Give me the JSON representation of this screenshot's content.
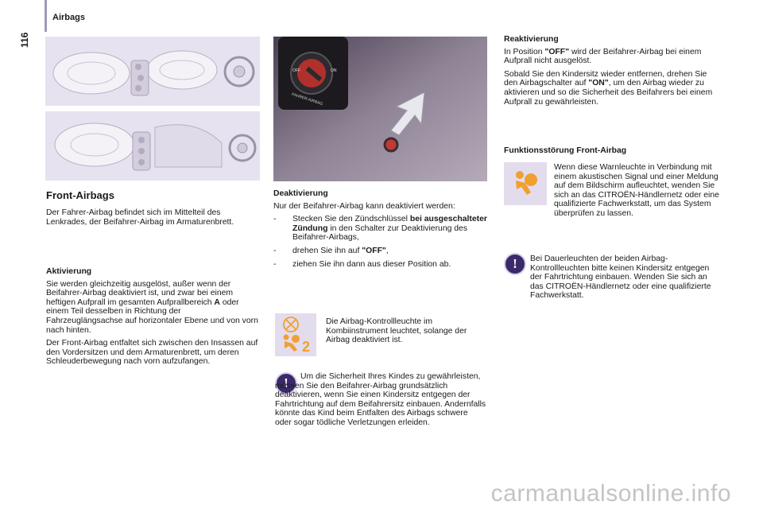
{
  "header": {
    "title": "Airbags",
    "page_number": "116"
  },
  "left": {
    "heading": "Front-Airbags",
    "intro": "Der Fahrer-Airbag befindet sich im Mittelteil des Lenkrades, der Beifahrer-Airbag im Armaturenbrett.",
    "activation_heading": "Aktivierung",
    "activation_p1": "Sie werden gleichzeitig ausgelöst, außer wenn der Beifahrer-Airbag deaktiviert ist, und zwar bei einem heftigen Aufprall im gesamten Aufprallbereich",
    "activation_p1_bold": "A",
    "activation_p1_end": "oder einem Teil desselben in Richtung der Fahrzeuglängsachse auf horizontaler Ebene und von vorn nach hinten.",
    "activation_p2": "Der Front-Airbag entfaltet sich zwischen den Insassen auf den Vordersitzen und dem Armaturenbrett, um deren Schleuderbewegung nach vorn aufzufangen."
  },
  "middle": {
    "photo_label": "FAHRER-AIRBAG",
    "photo_off": "OFF",
    "photo_on": "ON",
    "deact_heading": "Deaktivierung",
    "deact_intro": "Nur der Beifahrer-Airbag kann deaktiviert werden:",
    "step1_a": "Stecken Sie den Zündschlüssel",
    "step1_bold": "bei ausgeschalteter Zündung",
    "step1_b": "in den Schalter zur Deaktivierung des Beifahrer-Airbags,",
    "step2_a": "drehen Sie ihn auf",
    "step2_bold": "\"OFF\"",
    "step2_b": ",",
    "step3": "ziehen Sie ihn dann aus dieser Position ab.",
    "lamp_note": "Die Airbag-Kontrollleuchte im Kombiinstrument leuchtet, solange der Airbag deaktiviert ist.",
    "warning_text": "Um die Sicherheit Ihres Kindes zu gewährleisten, müssen Sie den Beifahrer-Airbag grundsätzlich deaktivieren, wenn Sie einen Kindersitz entgegen der Fahrtrichtung auf dem Beifahrersitz einbauen. Andernfalls könnte das Kind beim Entfalten des Airbags schwere oder sogar tödliche Verletzungen erleiden."
  },
  "right": {
    "react_heading": "Reaktivierung",
    "react_p1_a": "In Position",
    "react_p1_bold": "\"OFF\"",
    "react_p1_b": "wird der Beifahrer-Airbag bei einem Aufprall nicht ausgelöst.",
    "react_p2_a": "Sobald Sie den Kindersitz wieder entfernen, drehen Sie den Airbagschalter auf",
    "react_p2_bold": "\"ON\"",
    "react_p2_b": ", um den Airbag wieder zu aktivieren und so die Sicherheit des Beifahrers bei einem Aufprall zu gewährleisten.",
    "fault_heading": "Funktionsstörung Front-Airbag",
    "fault_text": "Wenn diese Warnleuchte in Verbindung mit einem akustischen Signal und einer Meldung auf dem Bildschirm aufleuchtet, wenden Sie sich an das CITROËN-Händlernetz oder eine qualifizierte Fachwerkstatt, um das System überprüfen zu lassen.",
    "warning_text": "Bei Dauerleuchten der beiden Airbag-Kontrollleuchten bitte keinen Kindersitz entgegen der Fahrtrichtung einbauen. Wenden Sie sich an das CITROËN-Händlernetz oder eine qualifizierte Fachwerkstatt."
  },
  "footer": {
    "watermark": "carmanualsonline.info"
  },
  "colors": {
    "accent": "#3a2a6a",
    "illustration_bg": "#e7e2ef",
    "airbag_orange": "#f0a030"
  }
}
